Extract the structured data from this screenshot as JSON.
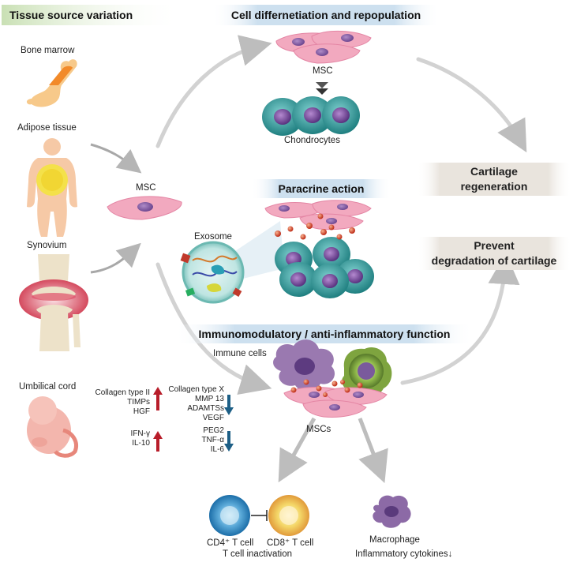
{
  "headers": {
    "tissue_source": "Tissue source variation",
    "differentiation": "Cell differnetiation and repopulation",
    "paracrine": "Paracrine action",
    "immuno": "Immunomodulatory / anti-inflammatory function"
  },
  "sources": {
    "bone_marrow": "Bone marrow",
    "adipose": "Adipose tissue",
    "synovium": "Synovium",
    "umbilical": "Umbilical cord"
  },
  "cells": {
    "msc_center": "MSC",
    "msc_top": "MSC",
    "chondrocytes": "Chondrocytes",
    "exosome": "Exosome",
    "immune_cells": "Immune cells",
    "mscs": "MSCs"
  },
  "outcomes": {
    "cartilage_regen_1": "Cartilage",
    "cartilage_regen_2": "regeneration",
    "prevent_1": "Prevent",
    "prevent_2": "degradation of cartilage"
  },
  "markers": {
    "up_left_1": "Collagen type II",
    "up_left_2": "TIMPs",
    "up_left_3": "HGF",
    "down_right_1": "Collagen type X",
    "down_right_2": "MMP 13",
    "down_right_3": "ADAMTSs",
    "down_right_4": "VEGF",
    "up_left_4": "IFN-γ",
    "up_left_5": "IL-10",
    "down_right_5": "PEG2",
    "down_right_6": "TNF-α",
    "down_right_7": "IL-6"
  },
  "tcells": {
    "cd4": "CD4⁺ T cell",
    "cd8": "CD8⁺ T cell",
    "inactivation": "T cell inactivation",
    "macrophage": "Macrophage",
    "cytokines": "Inflammatory cytokines↓"
  },
  "colors": {
    "msc_fill": "#f2a9bf",
    "chondro_fill": "#2f9b9b",
    "nucleus": "#7a4f9a",
    "arrow_gray": "#c8c8c8",
    "up_arrow": "#b81d2a",
    "down_arrow": "#1d5f86",
    "header_green": "#d6e8c4",
    "header_blue": "#cfe2f0",
    "outcome_bg": "#ece8e2"
  }
}
